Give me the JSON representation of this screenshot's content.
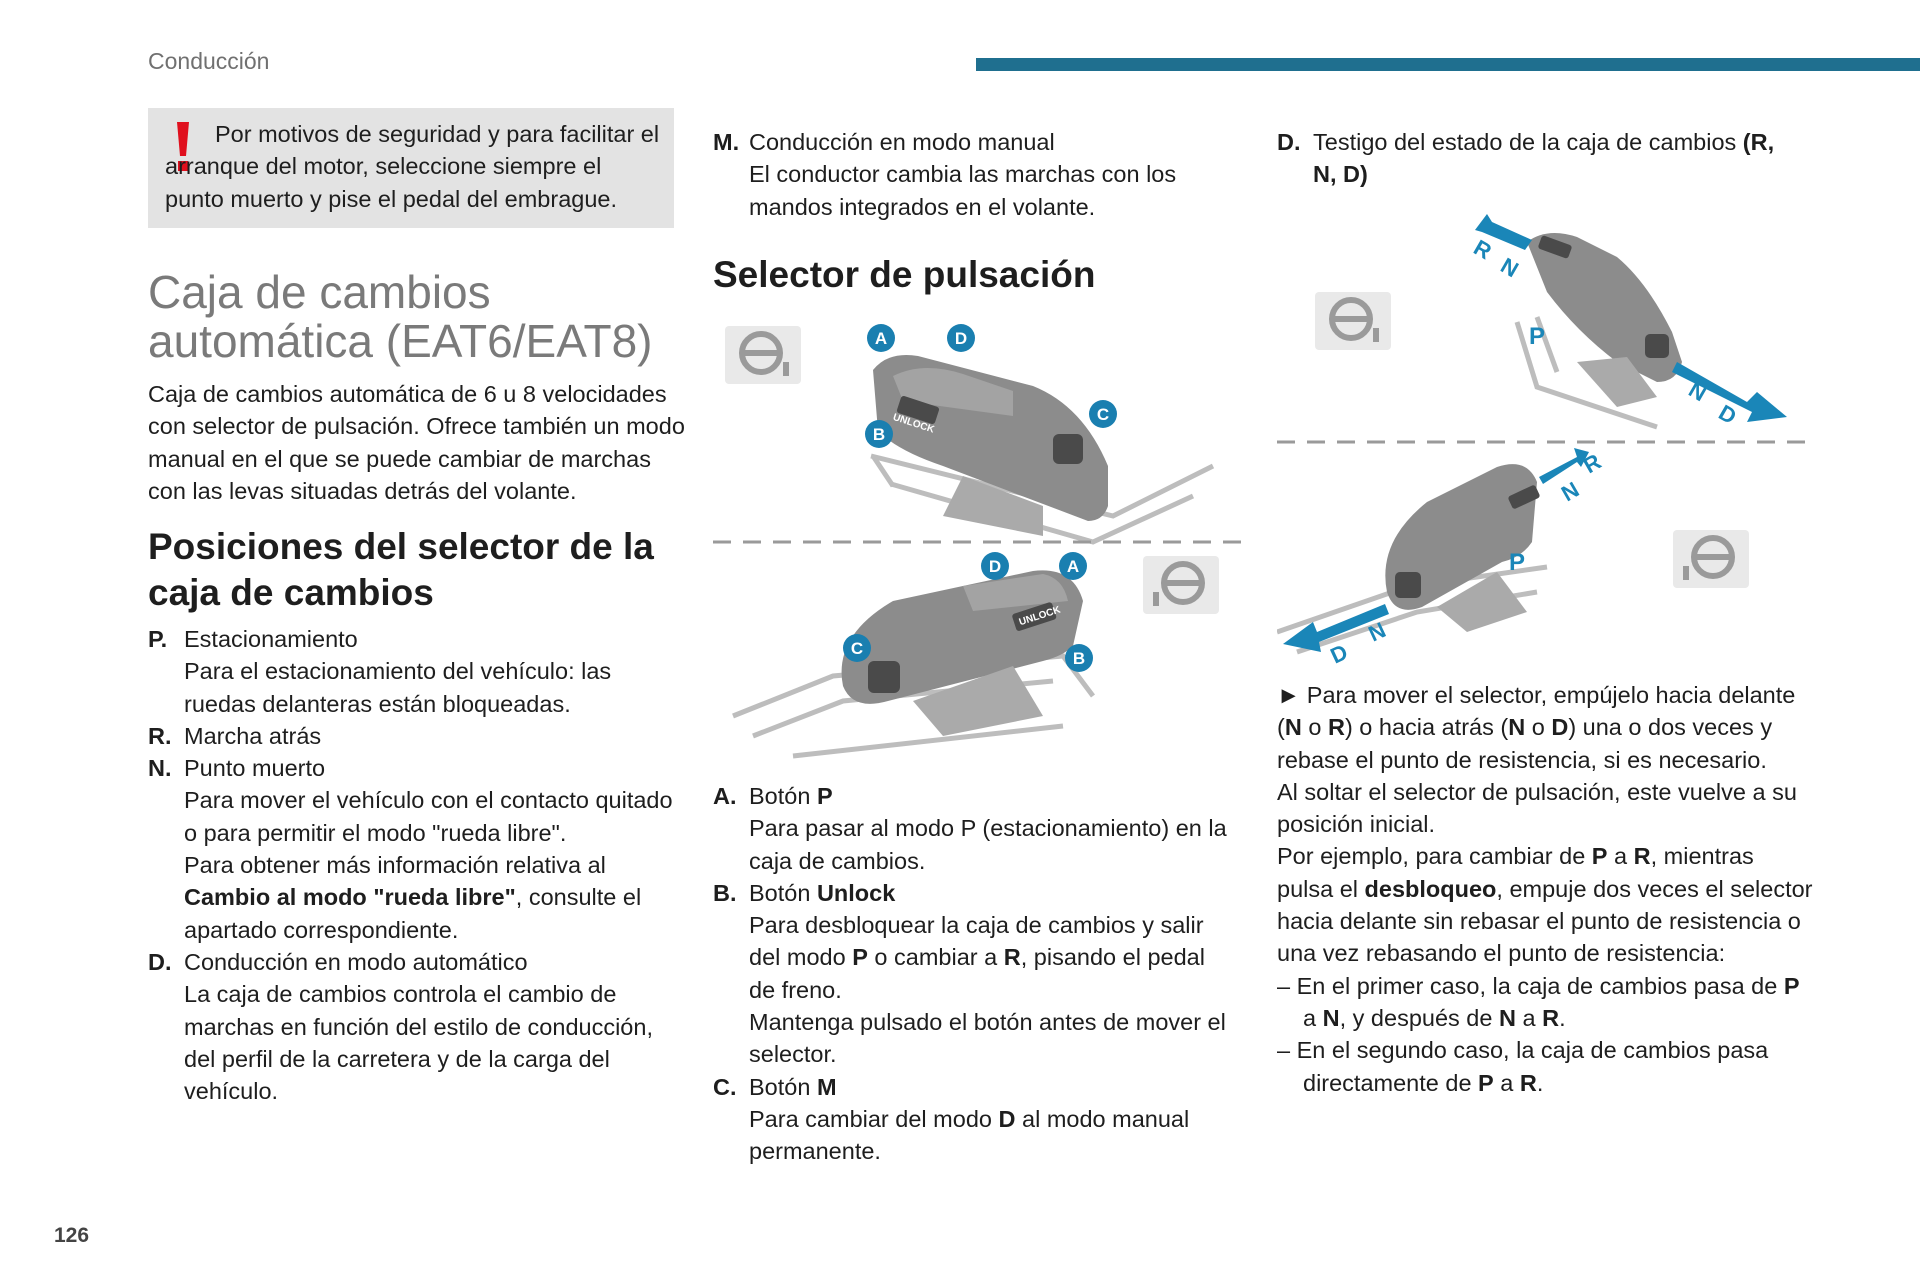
{
  "header": {
    "section_label": "Conducción",
    "accent_color": "#1f6f8f"
  },
  "page_number": "126",
  "warning": {
    "icon": "exclamation-icon",
    "icon_color": "#e0101e",
    "text": "Por motivos de seguridad y para facilitar el arranque del motor, seleccione siempre el punto muerto y pise el pedal del embrague."
  },
  "auto_gearbox": {
    "title": "Caja de cambios automática (EAT6/EAT8)",
    "intro": "Caja de cambios automática de 6 u 8 velocidades con selector de pulsación. Ofrece también un modo manual en el que se puede cambiar de marchas con las levas situadas detrás del volante."
  },
  "positions": {
    "heading": "Posiciones del selector de la caja de cambios",
    "p": {
      "key": "P.",
      "title": "Estacionamiento",
      "desc": "Para el estacionamiento del vehículo: las ruedas delanteras están bloqueadas."
    },
    "r": {
      "key": "R.",
      "title": "Marcha atrás"
    },
    "n": {
      "key": "N.",
      "title": "Punto muerto",
      "desc1": "Para mover el vehículo con el contacto quitado o para permitir el modo \"rueda libre\".",
      "desc2_pre": "Para obtener más información relativa al ",
      "desc2_bold": "Cambio al modo \"rueda libre\"",
      "desc2_post": ", consulte el apartado correspondiente."
    },
    "d": {
      "key": "D.",
      "title": "Conducción en modo automático",
      "desc": "La caja de cambios controla el cambio de marchas en función del estilo de conducción, del perfil de la carretera y de la carga del vehículo."
    },
    "m": {
      "key": "M.",
      "title": "Conducción en modo manual",
      "desc": "El conductor cambia las marchas con los mandos integrados en el volante."
    }
  },
  "selector": {
    "heading": "Selector de pulsación",
    "callouts": {
      "a": "A",
      "b": "B",
      "c": "C",
      "d": "D"
    },
    "unlock_label": "UNLOCK",
    "a": {
      "key": "A.",
      "title_pre": "Botón ",
      "title_bold": "P",
      "desc": "Para pasar al modo P (estacionamiento) en la caja de cambios."
    },
    "b": {
      "key": "B.",
      "title_pre": "Botón ",
      "title_bold": "Unlock",
      "desc_1": "Para desbloquear la caja de cambios y salir del modo ",
      "desc_2": "P",
      "desc_3": " o cambiar a ",
      "desc_4": "R",
      "desc_5": ", pisando el pedal de freno.",
      "desc_extra": "Mantenga pulsado el botón antes de mover el selector."
    },
    "c": {
      "key": "C.",
      "title_pre": "Botón ",
      "title_bold": "M",
      "desc_1": "Para cambiar del modo ",
      "desc_2": "D",
      "desc_3": " al modo manual permanente."
    },
    "d": {
      "key": "D.",
      "title": "Testigo del estado de la caja de cambios ",
      "title_bold": "(R, N, D)"
    }
  },
  "fig2_labels": {
    "r": "R",
    "n": "N",
    "d": "D",
    "p": "P"
  },
  "instructions": {
    "arrow": "►",
    "l1_a": " Para mover el selector, empújelo hacia delante (",
    "l1_b": "N",
    "l1_c": " o ",
    "l1_d": "R",
    "l1_e": ") o hacia atrás (",
    "l1_f": "N",
    "l1_g": " o ",
    "l1_h": "D",
    "l1_i": ") una o dos veces y rebase el punto de resistencia, si es necesario.",
    "l2": "Al soltar el selector de pulsación, este vuelve a su posición inicial.",
    "l3_a": "Por ejemplo, para cambiar de ",
    "l3_b": "P",
    "l3_c": " a ",
    "l3_d": "R",
    "l3_e": ", mientras pulsa el ",
    "l3_f": "desbloqueo",
    "l3_g": ", empuje dos veces el selector hacia delante sin rebasar el punto de resistencia o una vez rebasando el punto de resistencia:",
    "l4_dash": "–",
    "l4_a": " En el primer caso, la caja de cambios pasa de ",
    "l4_b": "P",
    "l4_c": " a ",
    "l4_d": "N",
    "l4_e": ", y después de ",
    "l4_f": "N",
    "l4_g": " a ",
    "l4_h": "R",
    "l4_i": ".",
    "l5_dash": "–",
    "l5_a": " En el segundo caso, la caja de cambios pasa directamente de ",
    "l5_b": "P",
    "l5_c": " a ",
    "l5_d": "R",
    "l5_e": "."
  },
  "colors": {
    "callout": "#1a7fb0",
    "arrow": "#1a86b8",
    "selector_body": "#8c8c8c"
  }
}
